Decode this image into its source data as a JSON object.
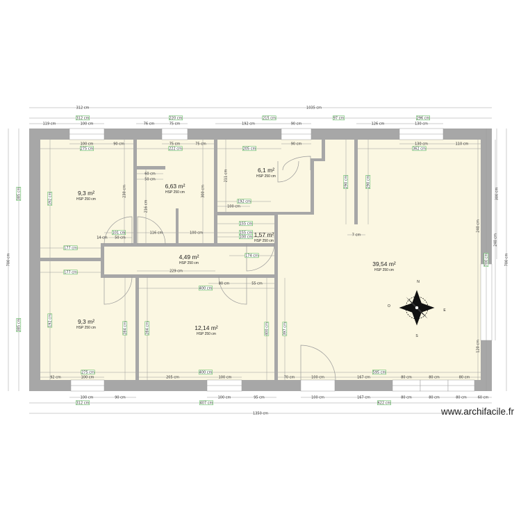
{
  "colors": {
    "wall": "#a7a7a7",
    "floor": "#fbf7e2",
    "dimension_line": "#9a9a9a",
    "label_box": "#5cb85c"
  },
  "rooms": [
    {
      "name": "chambre-haut-gauche",
      "area": "9,3 m²",
      "hsp": "HSP 250 cm"
    },
    {
      "name": "piece-6-63",
      "area": "6,63 m²",
      "hsp": "HSP 250 cm"
    },
    {
      "name": "piece-6-1",
      "area": "6,1 m²",
      "hsp": "HSP 250 cm"
    },
    {
      "name": "wc-1-57",
      "area": "1,57 m²",
      "hsp": "HSP 250 cm"
    },
    {
      "name": "couloir-4-49",
      "area": "4,49 m²",
      "hsp": "HSP 250 cm"
    },
    {
      "name": "sejour-39-54",
      "area": "39,54 m²",
      "hsp": "HSP 250 cm"
    },
    {
      "name": "chambre-bas-gauche",
      "area": "9,3 m²",
      "hsp": "HSP 250 cm"
    },
    {
      "name": "chambre-12-14",
      "area": "12,14 m²",
      "hsp": "HSP 250 cm"
    }
  ],
  "dimensions": {
    "top": [
      "312 cm",
      "1035 cm",
      "312 cm",
      "220 cm",
      "215 cm",
      "97 cm",
      "296 cm",
      "119 cm",
      "100 cm",
      "76 cm",
      "75 cm",
      "192 cm",
      "90 cm",
      "126 cm",
      "130 cm"
    ],
    "bottom": [
      "100 cm",
      "90 cm",
      "312 cm",
      "100 cm",
      "95 cm",
      "407 cm",
      "100 cm",
      "167 cm",
      "80 cm",
      "80 cm",
      "80 cm",
      "60 cm",
      "622 cm",
      "1350 cm"
    ],
    "left": [
      "700 cm",
      "385 cm",
      "385 cm"
    ],
    "right": [
      "300 cm",
      "700 cm",
      "700 cm"
    ],
    "interior": [
      "100 cm",
      "90 cm",
      "275 cm",
      "75 cm",
      "75 cm",
      "222 cm",
      "205 cm",
      "90 cm",
      "130 cm",
      "110 cm",
      "362 cm",
      "192 cm",
      "60 cm",
      "50 cm",
      "7 cm",
      "230 cm",
      "216 cm",
      "211 cm",
      "300 cm",
      "101 cm",
      "116 cm",
      "100 cm",
      "100 cm",
      "100 cm",
      "177 cm",
      "177 cm",
      "155 cm",
      "155 cm",
      "174 cm",
      "229 cm",
      "80 cm",
      "80 cm",
      "55 cm",
      "400 cm",
      "400 cm",
      "275 cm",
      "92 cm",
      "100 cm",
      "205 cm",
      "100 cm",
      "70 cm",
      "100 cm",
      "167 cm",
      "80 cm",
      "80 cm",
      "80 cm",
      "595 cm",
      "192 cm",
      "192 cm",
      "284 cm",
      "284 cm",
      "397 cm",
      "400 cm",
      "290 cm",
      "290 cm",
      "240 cm",
      "240 cm",
      "120 cm",
      "7 cm",
      "14 cm",
      "50 cm"
    ]
  },
  "compass": {
    "icon": "compass-rose-icon",
    "letters": [
      "N",
      "E",
      "S",
      "O"
    ]
  },
  "watermark": "www.archifacile.fr"
}
